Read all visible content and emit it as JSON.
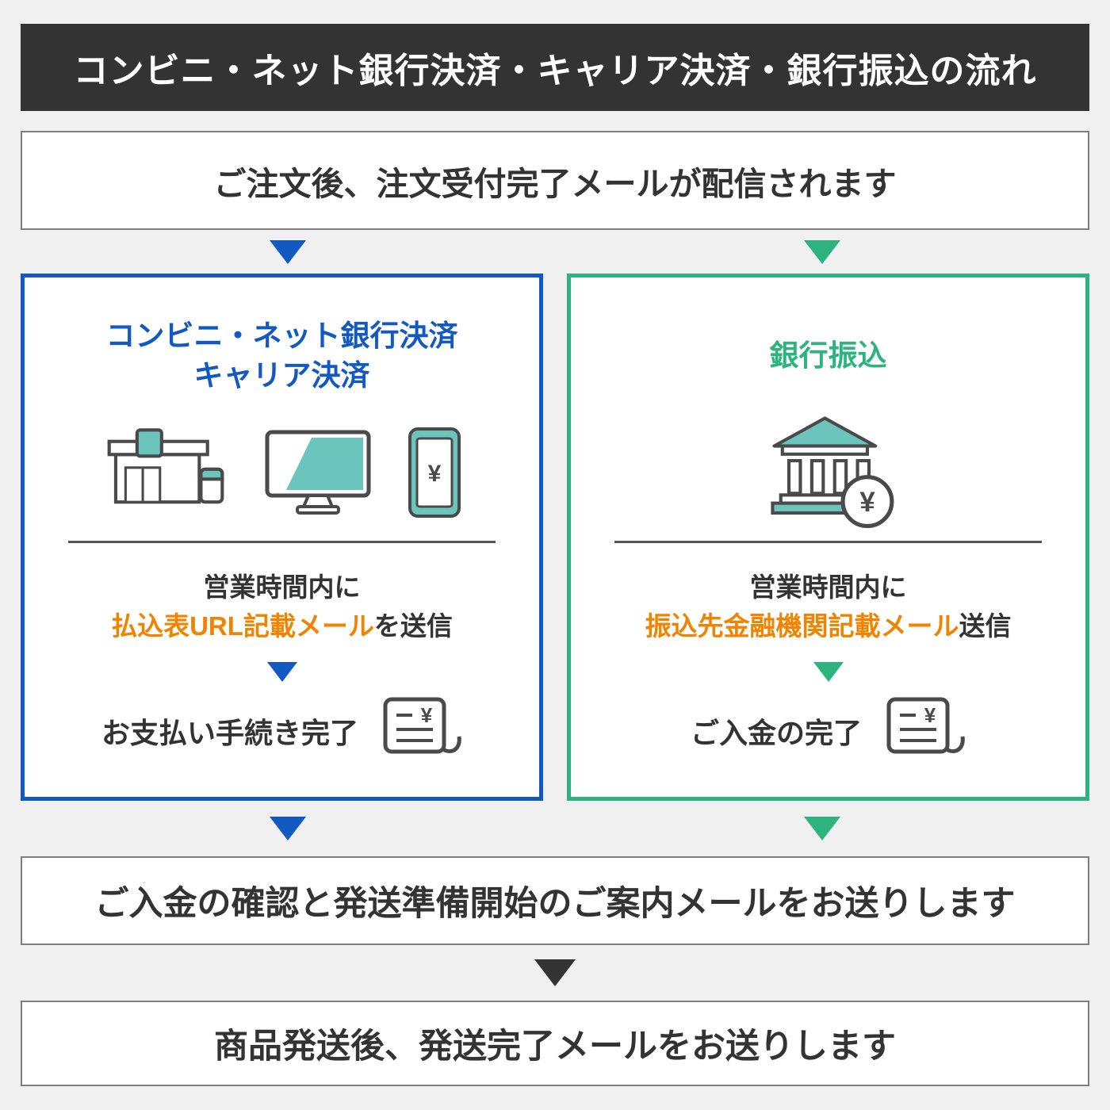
{
  "header": {
    "title": "コンビニ・ネット銀行決済・キャリア決済・銀行振込の流れ"
  },
  "flow": {
    "step_order": "ご注文後、注文受付完了メールが配信されます",
    "step_confirm": "ご入金の確認と発送準備開始のご案内メールをお送りします",
    "step_ship": "商品発送後、発送完了メールをお送りします"
  },
  "left": {
    "title_line1": "コンビニ・ネット銀行決済",
    "title_line2": "キャリア決済",
    "notice_line1": "営業時間内に",
    "notice_highlight": "払込表URL記載メール",
    "notice_suffix": "を送信",
    "done": "お支払い手続き完了"
  },
  "right": {
    "title": "銀行振込",
    "notice_line1": "営業時間内に",
    "notice_highlight": "振込先金融機関記載メール",
    "notice_suffix": "送信",
    "done": "ご入金の完了"
  },
  "icons": {
    "yen": "¥",
    "store": "convenience-store",
    "monitor": "net-banking-monitor",
    "phone": "carrier-smartphone",
    "bank": "bank-building",
    "receipt": "payment-receipt"
  },
  "colors": {
    "blue": "#1359c4",
    "green": "#2db47e",
    "orange": "#f08300",
    "dark": "#333333",
    "teal": "#6cc5bd",
    "background": "#f0f0f0"
  }
}
